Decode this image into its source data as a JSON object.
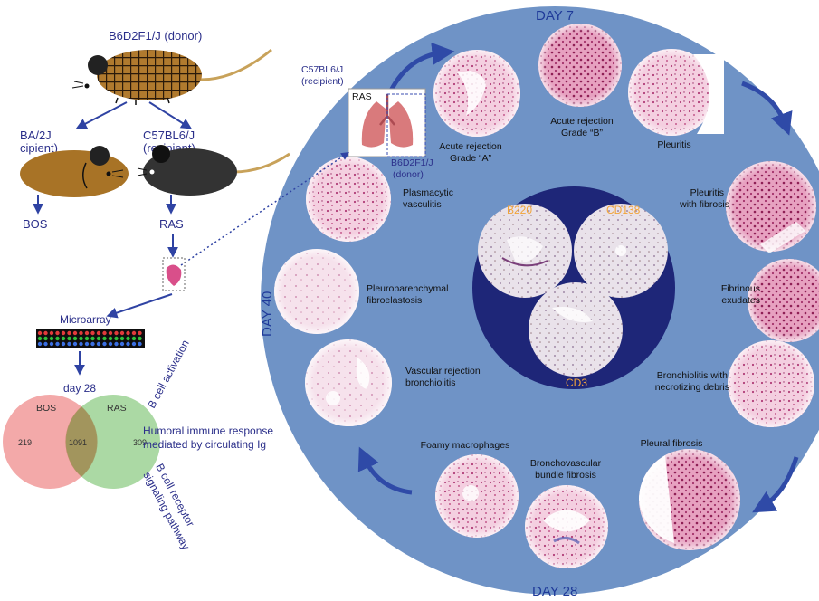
{
  "left_panel": {
    "donor_label": "B6D2F1/J (donor)",
    "recipient_left_line1": "BA/2J",
    "recipient_left_line2": "cipient)",
    "recipient_right_line1": "C57BL6/J",
    "recipient_right_line2": "(recipient)",
    "outcome_left": "BOS",
    "outcome_right": "RAS",
    "microarray_label": "Microarray",
    "timepoint_label": "day 28",
    "venn": {
      "left_set": "BOS",
      "right_set": "RAS",
      "left_only": "219",
      "overlap": "1091",
      "right_only": "309",
      "left_color": "#f19a9a",
      "right_color": "#8fcc86"
    },
    "pathways": {
      "b_cell_activation": "B cell activation",
      "humoral_line1": "Humoral immune response",
      "humoral_line2": "mediated by circulating Ig",
      "bcr_line1": "B cell receptor",
      "bcr_line2": "signaling pathway"
    }
  },
  "lung_inset": {
    "recipient_line1": "C57BL6/J",
    "recipient_line2": "(recipient)",
    "ras_label": "RAS",
    "donor_line1": "B6D2F1/J",
    "donor_line2": "(donor)"
  },
  "timeline": {
    "day7": "DAY 7",
    "day28": "DAY 28",
    "day40": "DAY 40",
    "disc_color": "#6f93c6"
  },
  "histology": {
    "acute_a_line1": "Acute rejection",
    "acute_a_line2": "Grade “A”",
    "acute_b_line1": "Acute rejection",
    "acute_b_line2": "Grade “B”",
    "pleuritis": "Pleuritis",
    "pleuritis_fibrosis_line1": "Pleuritis",
    "pleuritis_fibrosis_line2": "with fibrosis",
    "fibrinous_line1": "Fibrinous",
    "fibrinous_line2": "exudates",
    "bronchiolitis_line1": "Bronchiolitis with",
    "bronchiolitis_line2": "necrotizing debris",
    "pleural_fibrosis": "Pleural fibrosis",
    "bronchovascular_line1": "Bronchovascular",
    "bronchovascular_line2": "bundle fibrosis",
    "foamy": "Foamy macrophages",
    "vascular_line1": "Vascular rejection",
    "vascular_line2": "bronchiolitis",
    "ppfe_line1": "Pleuroparenchymal",
    "ppfe_line2": "fibroelastosis",
    "plasmacytic_line1": "Plasmacytic",
    "plasmacytic_line2": "vasculitis"
  },
  "stains": {
    "b220": "B220",
    "cd138": "CD138",
    "cd3": "CD3",
    "label_color": "#f2a53a"
  }
}
